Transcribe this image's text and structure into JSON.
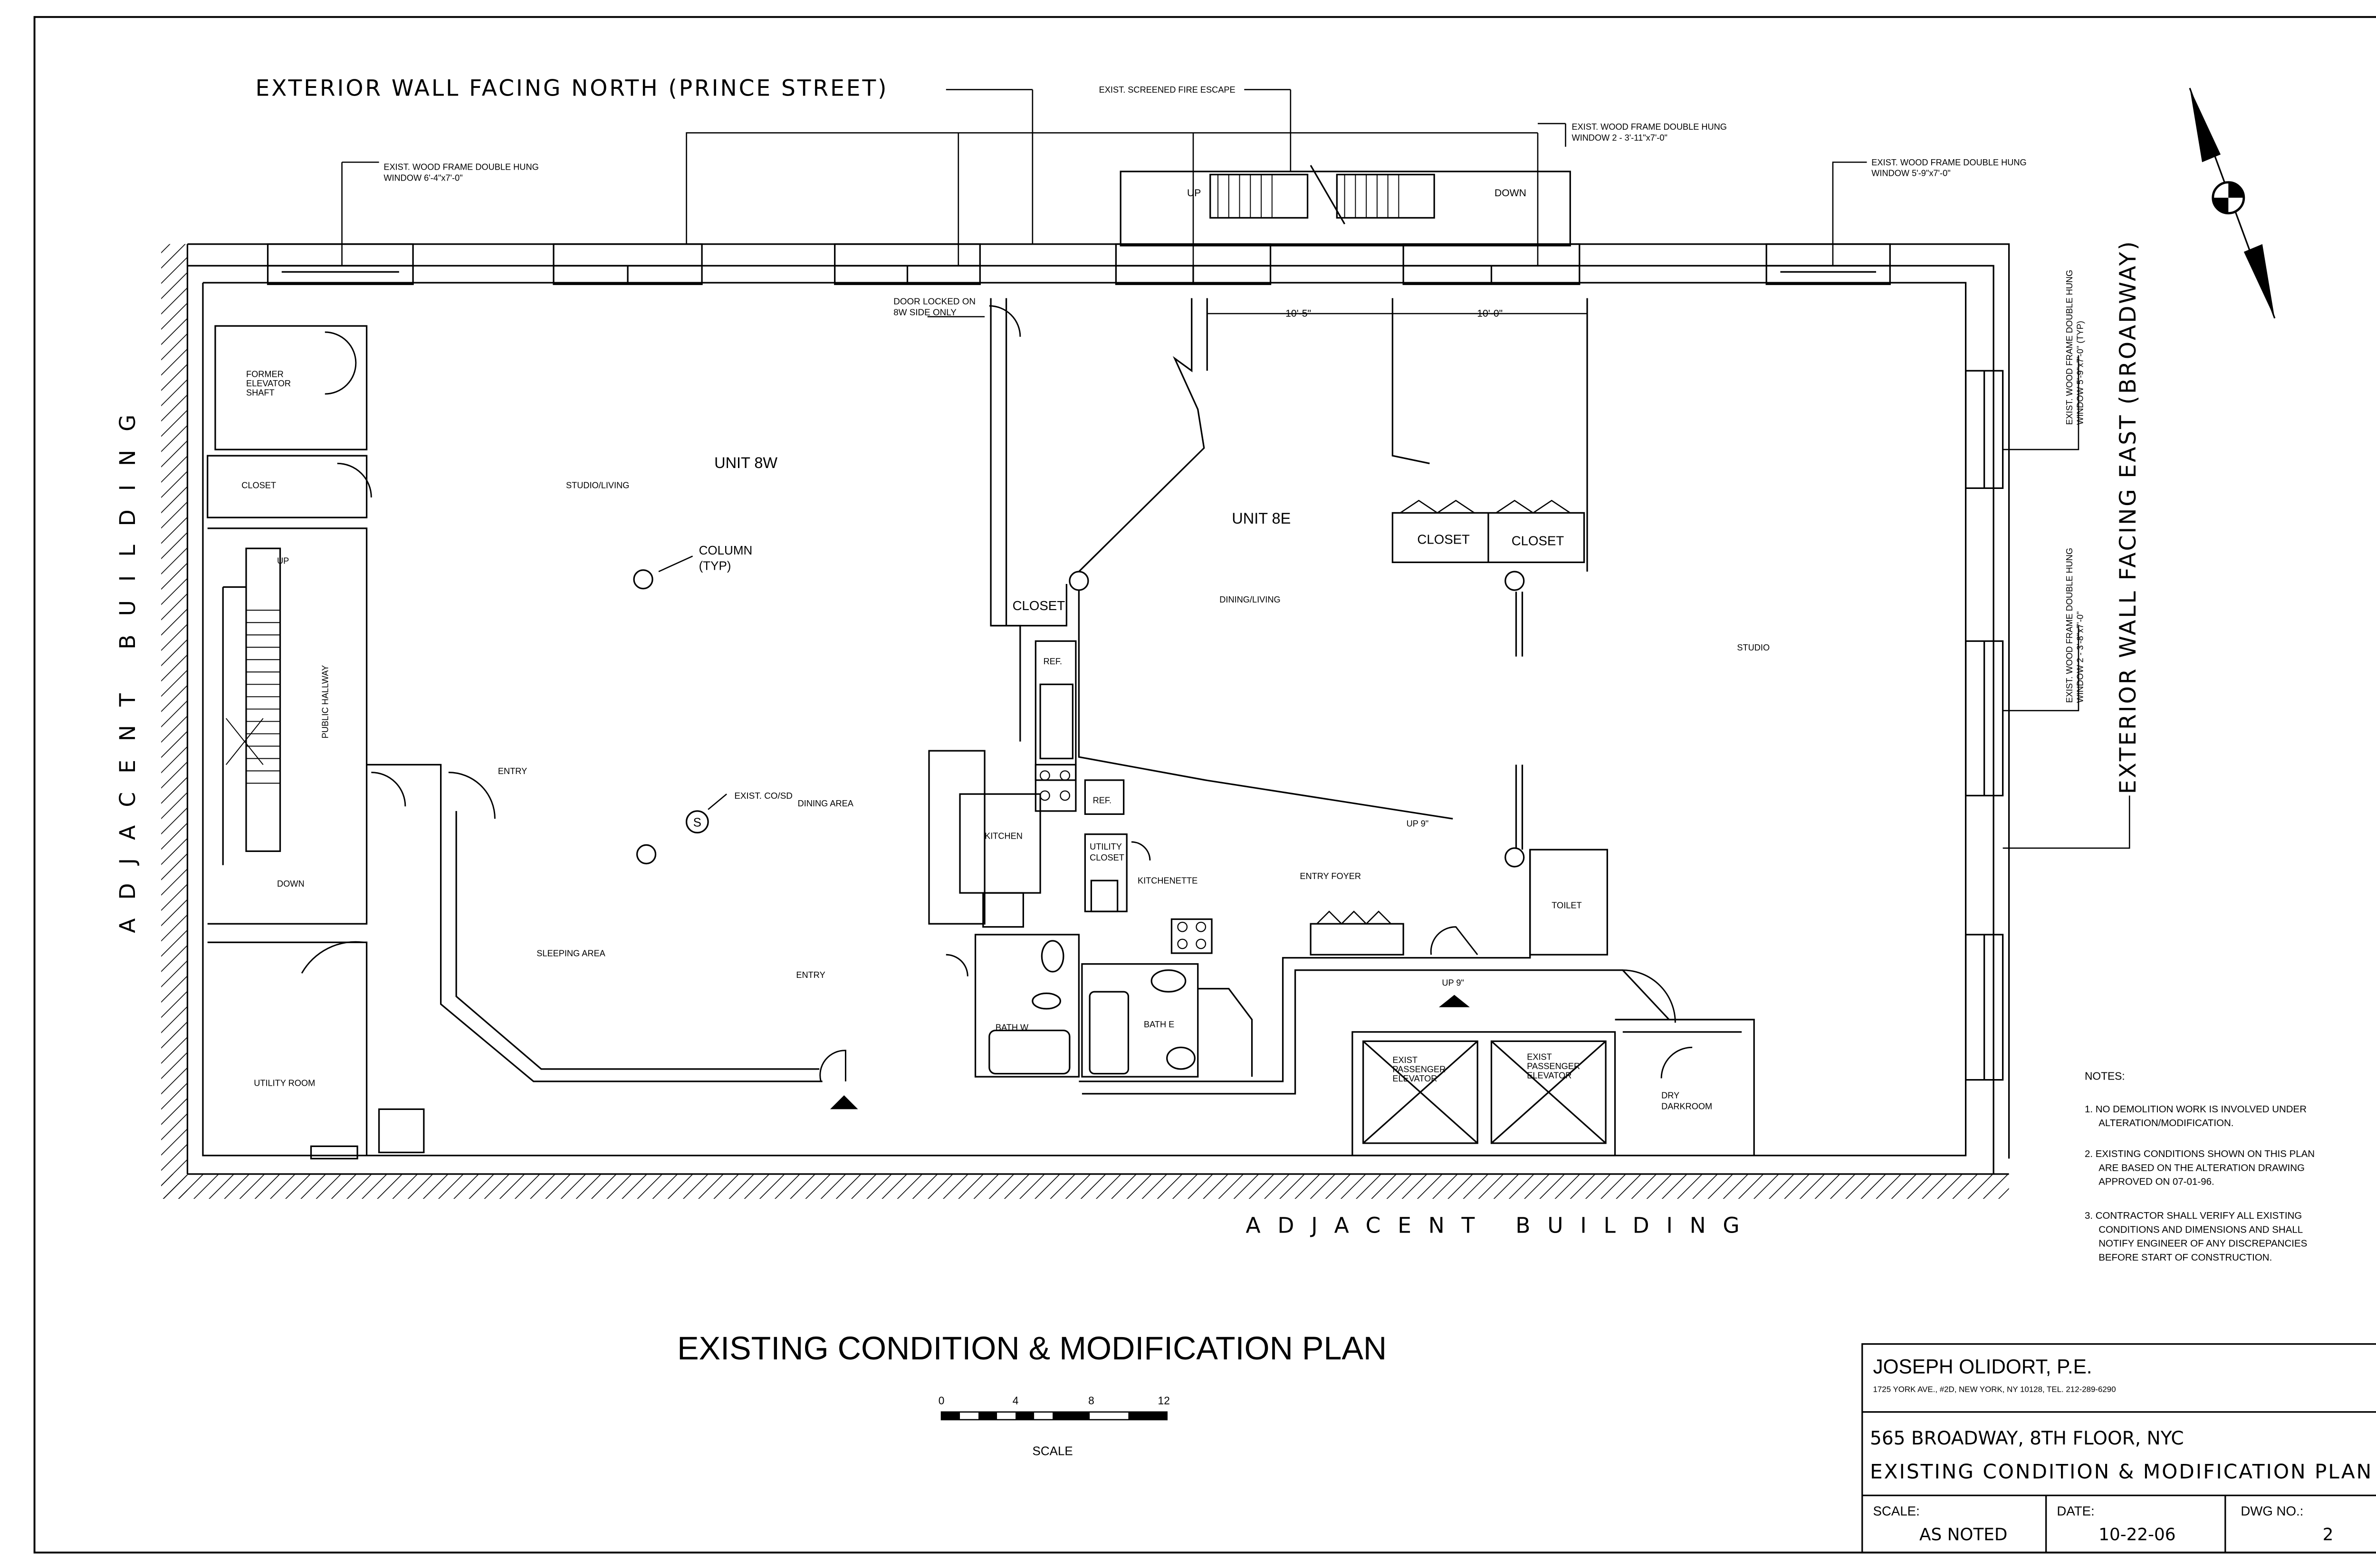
{
  "sheet": {
    "drawing_title": "EXISTING CONDITION & MODIFICATION PLAN",
    "scale_bar": {
      "ticks": [
        "0",
        "4",
        "8",
        "12"
      ],
      "label": "SCALE"
    }
  },
  "exterior_labels": {
    "north": "EXTERIOR WALL FACING NORTH (PRINCE STREET)",
    "east": "EXTERIOR WALL FACING EAST (BROADWAY)",
    "west": "ADJACENT BUILDING",
    "south": "ADJACENT BUILDING"
  },
  "callouts": {
    "window_west": [
      "EXIST. WOOD FRAME DOUBLE HUNG",
      "WINDOW 6'-4\"x7'-0\""
    ],
    "fire_escape": "EXIST. SCREENED FIRE ESCAPE",
    "window_mid": [
      "EXIST. WOOD FRAME DOUBLE HUNG",
      "WINDOW 2 - 3'-11\"x7'-0\""
    ],
    "window_east": [
      "EXIST. WOOD FRAME DOUBLE HUNG",
      "WINDOW 5'-9\"x7'-0\""
    ],
    "window_broadway_1": [
      "EXIST. WOOD FRAME DOUBLE HUNG",
      "WINDOW 5'-9\"x7'-0\" (TYP)"
    ],
    "window_broadway_2": [
      "EXIST. WOOD FRAME DOUBLE HUNG",
      "WINDOW 2 - 3'-8\"x7'-0\""
    ],
    "door_locked": [
      "DOOR LOCKED ON",
      "8W SIDE ONLY"
    ],
    "column": [
      "COLUMN",
      "(TYP)"
    ],
    "co_sd": "EXIST. CO/SD"
  },
  "dimensions": {
    "d1": "10'-5\"",
    "d2": "10'-0\""
  },
  "fire_escape_labels": {
    "up": "UP",
    "down": "DOWN"
  },
  "stair_labels": {
    "up": "UP",
    "down": "DOWN",
    "up9_a": "UP 9\"",
    "up9_b": "UP 9\""
  },
  "rooms": {
    "former_elevator": [
      "FORMER",
      "ELEVATOR",
      "SHAFT"
    ],
    "closet_w": "CLOSET",
    "public_hallway": "PUBLIC HALLWAY",
    "utility_room": "UTILITY ROOM",
    "unit_8w": "UNIT 8W",
    "studio_living": "STUDIO/LIVING",
    "entry_w": "ENTRY",
    "dining_area": "DINING AREA",
    "sleeping_area": "SLEEPING AREA",
    "entry_w2": "ENTRY",
    "kitchen": "KITCHEN",
    "ref_1": "REF.",
    "ref_2": "REF.",
    "bath_w": "BATH W",
    "utility_closet": [
      "UTILITY",
      "CLOSET"
    ],
    "kitchenette": "KITCHENETTE",
    "bath_e": "BATH E",
    "closet_mid": "CLOSET",
    "unit_8e": "UNIT 8E",
    "dining_living": "DINING/LIVING",
    "closet_e1": "CLOSET",
    "closet_e2": "CLOSET",
    "studio": "STUDIO",
    "entry_foyer": "ENTRY FOYER",
    "toilet": "TOILET",
    "elevator_1": [
      "EXIST",
      "PASSENGER",
      "ELEVATOR"
    ],
    "elevator_2": [
      "EXIST",
      "PASSENGER",
      "ELEVATOR"
    ],
    "dry_darkroom": [
      "DRY",
      "DARKROOM"
    ],
    "s_symbol": "S"
  },
  "notes": {
    "heading": "NOTES:",
    "items": [
      [
        "1.  NO DEMOLITION WORK IS INVOLVED UNDER",
        "ALTERATION/MODIFICATION."
      ],
      [
        "2.  EXISTING CONDITIONS SHOWN ON THIS PLAN",
        "ARE BASED ON THE ALTERATION DRAWING",
        "APPROVED ON 07-01-96."
      ],
      [
        "3.  CONTRACTOR SHALL VERIFY ALL EXISTING",
        "CONDITIONS AND DIMENSIONS AND SHALL",
        "NOTIFY ENGINEER OF ANY DISCREPANCIES",
        "BEFORE START OF CONSTRUCTION."
      ]
    ]
  },
  "title_block": {
    "engineer": "JOSEPH OLIDORT, P.E.",
    "address": "1725 YORK AVE., #2D, NEW YORK, NY 10128,  TEL. 212-289-6290",
    "project": "565 BROADWAY, 8TH FLOOR, NYC",
    "sheet_title": "EXISTING CONDITION & MODIFICATION PLAN",
    "scale_label": "SCALE:",
    "scale_value": "AS NOTED",
    "date_label": "DATE:",
    "date_value": "10-22-06",
    "dwg_label": "DWG NO.:",
    "dwg_value": "2"
  }
}
